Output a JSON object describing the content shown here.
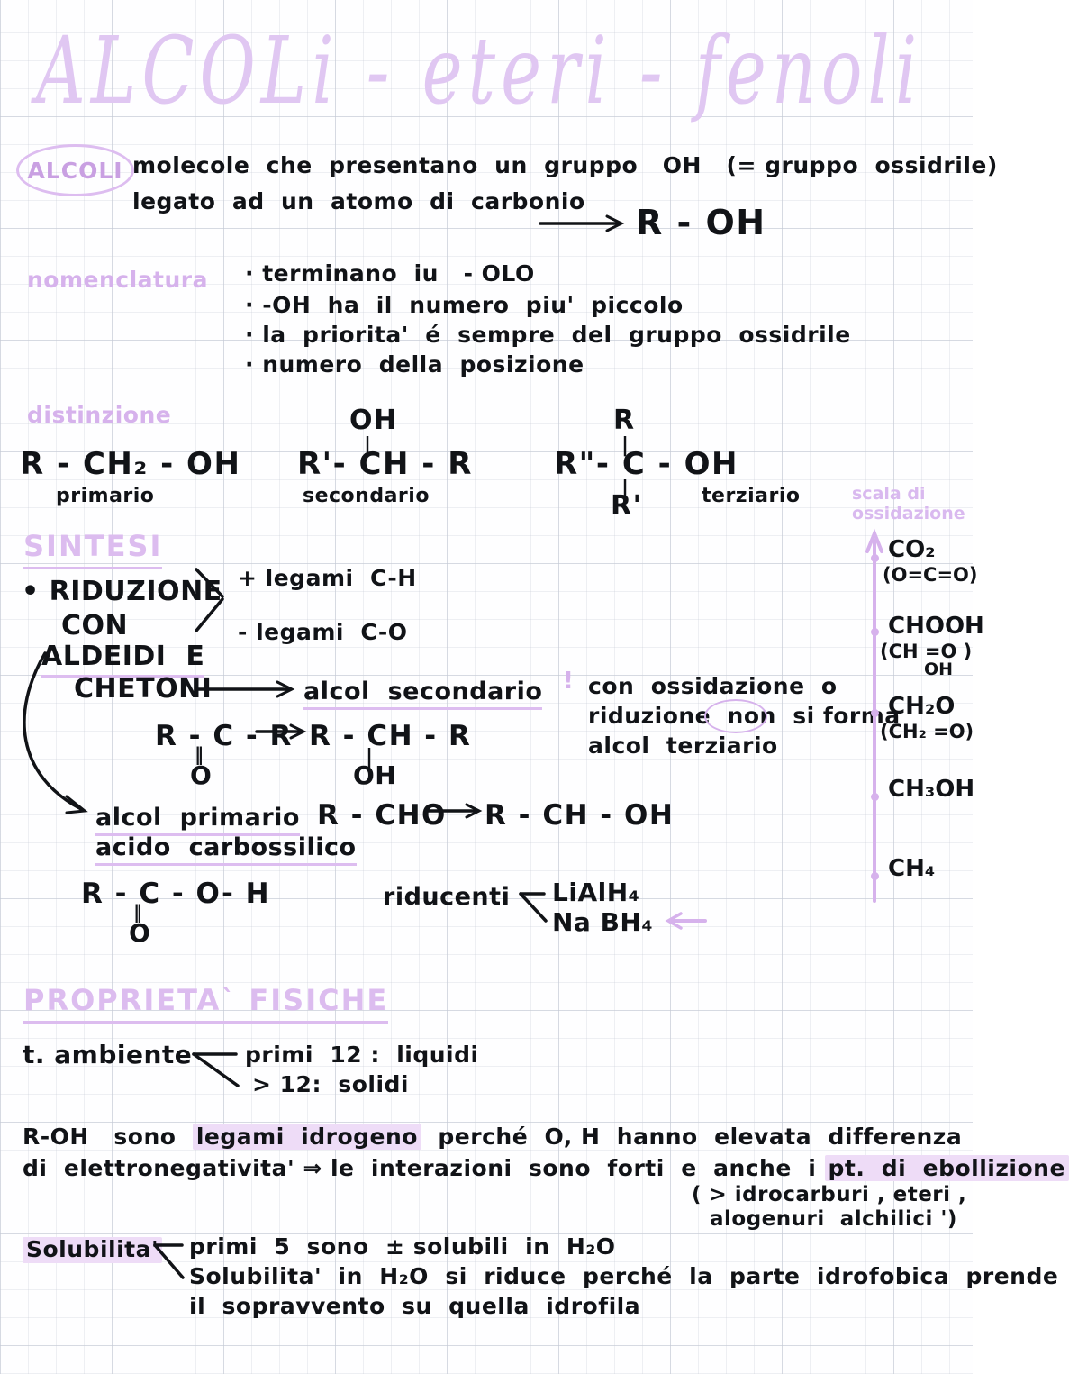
{
  "page": {
    "title": "ALCOLi - eteri - fenoli",
    "language": "it",
    "accent_color": "#d6b2ec",
    "ink_color": "#111317",
    "paper": "graph-grid"
  },
  "alcoli": {
    "badge": "ALCOLI",
    "definition_line1": "molecole  che  presentano  un  gruppo   OH   (= gruppo  ossidrile)",
    "definition_line2": "legato  ad  un  atomo  di  carbonio",
    "result_formula": "R - OH"
  },
  "nomenclatura": {
    "label": "nomenclatura",
    "bullets": [
      "· terminano  iu   - OLO",
      "· -OH  ha  il  numero  piu'  piccolo",
      "· la  priorita'  é  sempre  del  gruppo  ossidrile",
      "· numero  della  posizione"
    ]
  },
  "distinzione": {
    "label": "distinzione",
    "items": [
      {
        "formula": "R - CH₂ - OH",
        "name": "primario",
        "top_group": "",
        "bottom_group": ""
      },
      {
        "formula": "R'- CH - R",
        "name": "secondario",
        "top_group": "OH",
        "bottom_group": ""
      },
      {
        "formula": "R\"- C - OH",
        "name": "terziario",
        "top_group": "R",
        "bottom_group": "R'"
      }
    ]
  },
  "sintesi": {
    "heading": "SINTESI",
    "bullet_label_lines": [
      "• RIDUZIONE",
      "CON",
      "ALDEIDI  E",
      "CHETONI"
    ],
    "brace_items": [
      "+ legami  C-H",
      "- legami  C-O"
    ],
    "product_secondario": "alcol  secondario",
    "reaction_ketone_left": "R - C - R",
    "reaction_ketone_double_bond": "‖",
    "reaction_ketone_O": "O",
    "reaction_ketone_right": "R - CH - R",
    "reaction_ketone_right_bond": "|",
    "reaction_ketone_right_OH": "OH",
    "product_primario_line1": "alcol  primario",
    "product_primario_line2": "acido  carbossilico",
    "reaction_aldehyde_left": "R - CHO",
    "reaction_aldehyde_right": "R - CH - OH",
    "carboxylic_formula": "R - C - O- H",
    "carboxylic_double_bond": "‖",
    "carboxylic_O": "O",
    "riducenti_label": "riducenti",
    "riducenti_items": [
      "LiAlH₄",
      "Na BH₄"
    ],
    "warning_mark": "!",
    "warning_lines": [
      "con  ossidazione  o",
      "riduzione  non  si forma",
      "alcol  terziario"
    ],
    "warning_circled_word": "non"
  },
  "scala_ossidazione": {
    "title_line1": "scala di",
    "title_line2": "ossidazione",
    "items": [
      {
        "main": "CO₂",
        "sub": "(O=C=O)"
      },
      {
        "main": "CHOOH",
        "sub": "(CH =O )",
        "sub2": "OH"
      },
      {
        "main": "CH₂O",
        "sub": "(CH₂ =O)"
      },
      {
        "main": "CH₃OH",
        "sub": ""
      },
      {
        "main": "CH₄",
        "sub": ""
      }
    ]
  },
  "proprieta_fisiche": {
    "heading": "PROPRIETA` FISICHE",
    "t_ambiente_label": "t. ambiente",
    "t_ambiente_items": [
      "primi  12 :  liquidi",
      "> 12:  solidi"
    ],
    "hbond_line1_a": "R-OH   sono  ",
    "hbond_line1_hl": "legami  idrogeno",
    "hbond_line1_b": "  perché  O, H  hanno  elevata  differenza",
    "hbond_line2_a": "di  elettronegativita' ⇒ le  interazioni  sono  forti  e  anche  i ",
    "hbond_line2_hl": "pt.  di  ebollizione",
    "note_line1": "( > idrocarburi , eteri ,",
    "note_line2": "alogenuri  alchilici ')",
    "solubilita_label": "Solubilita'",
    "solubilita_items": [
      "primi  5  sono  ± solubili  in  H₂O",
      "Solubilita'  in  H₂O  si  riduce  perché  la  parte  idrofobica  prende",
      "il  sopravvento  su  quella  idrofila"
    ]
  }
}
